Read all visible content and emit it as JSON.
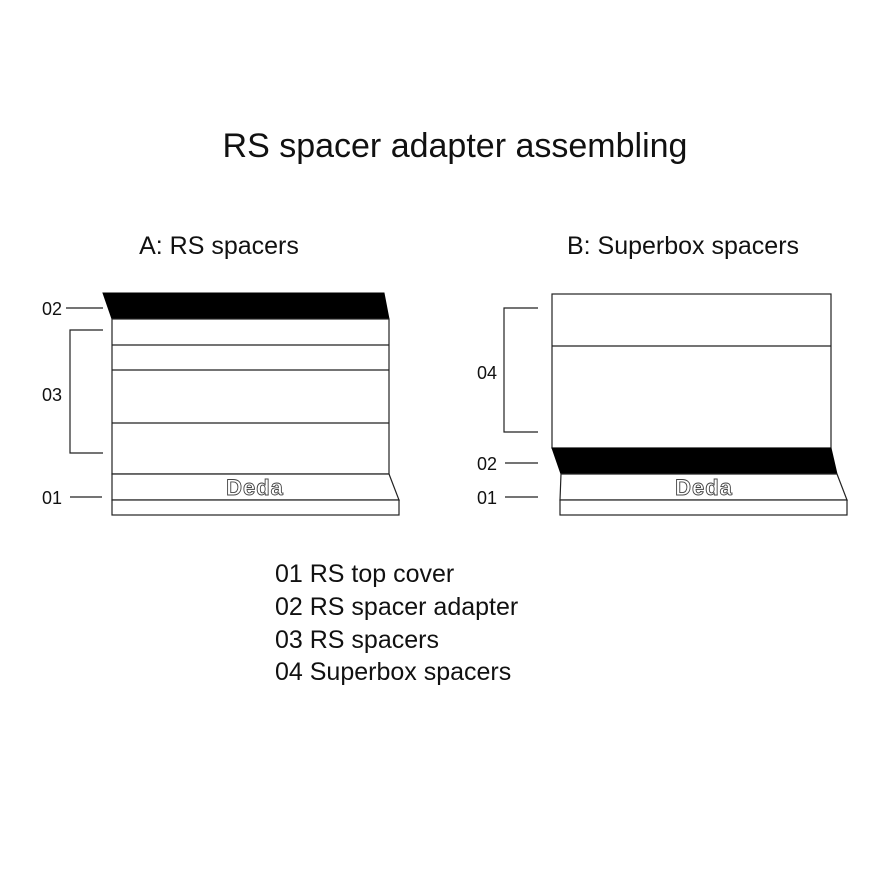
{
  "title": "RS spacer adapter assembling",
  "panel_a": {
    "title": "A: RS spacers",
    "labels": {
      "adapter": "02",
      "spacers": "03",
      "cover": "01"
    }
  },
  "panel_b": {
    "title": "B: Superbox spacers",
    "labels": {
      "spacers": "04",
      "adapter": "02",
      "cover": "01"
    }
  },
  "logo_text": "Deda",
  "legend": [
    "01 RS top cover",
    "02 RS spacer adapter",
    "03 RS spacers",
    "04 Superbox spacers"
  ]
}
